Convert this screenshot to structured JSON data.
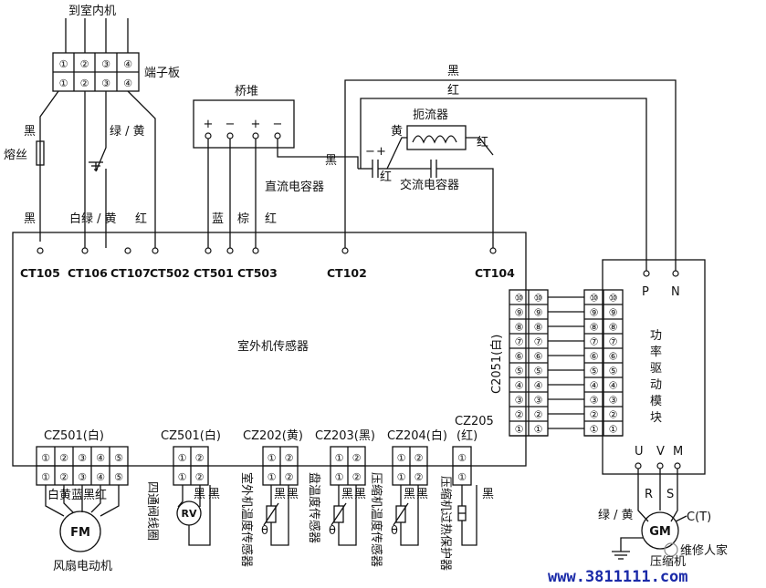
{
  "top_label": "到室内机",
  "terminal_block": {
    "label": "端子板",
    "pins": [
      "①",
      "②",
      "③",
      "④"
    ]
  },
  "left_wires": {
    "black": "黑",
    "fuse": "熔丝",
    "green_yellow": "绿 / 黄"
  },
  "bridge": {
    "label": "桥堆",
    "signs": [
      "+",
      "−",
      "+",
      "−"
    ]
  },
  "upper_wires": {
    "black": "黑",
    "red": "红"
  },
  "choke": {
    "label": "扼流器",
    "yellow": "黄",
    "red": "红"
  },
  "dc_cap": {
    "label": "直流电容器",
    "black": "黑",
    "red": "红",
    "minus": "−",
    "plus": "+"
  },
  "ac_cap": {
    "label": "交流电容器"
  },
  "board_wire_labels": {
    "black": "黑",
    "white_gy": "白绿 / 黄",
    "red1": "红",
    "blue": "蓝",
    "brown": "棕",
    "red2": "红"
  },
  "ct_labels": [
    "CT105",
    "CT106",
    "CT107",
    "CT502",
    "CT501",
    "CT503",
    "CT102",
    "CT104"
  ],
  "board_label": "室外机传感器",
  "connector_c2051": {
    "label": "C2051(白)",
    "pins": [
      "⑩",
      "⑨",
      "⑧",
      "⑦",
      "⑥",
      "⑤",
      "④",
      "③",
      "②",
      "①"
    ]
  },
  "power_module": {
    "label": "功率驱动模块",
    "p": "P",
    "n": "N",
    "u": "U",
    "v": "V",
    "m": "M"
  },
  "cz501a": {
    "label": "CZ501(白)",
    "pins": [
      "①",
      "②",
      "③",
      "④",
      "⑤"
    ],
    "wires": "白黄蓝黑红"
  },
  "cz501b": {
    "label": "CZ501(白)",
    "pins": [
      "①",
      "②"
    ],
    "wires": [
      "黑",
      "黑"
    ]
  },
  "cz202": {
    "label": "CZ202(黄)",
    "pins": [
      "①",
      "②"
    ],
    "wires": [
      "黑",
      "黑"
    ]
  },
  "cz203": {
    "label": "CZ203(黑)",
    "pins": [
      "①",
      "②"
    ],
    "wires": [
      "黑",
      "黑"
    ]
  },
  "cz204": {
    "label": "CZ204(白)",
    "pins": [
      "①",
      "②"
    ],
    "wires": [
      "黑",
      "黑"
    ]
  },
  "cz205": {
    "label": "CZ205",
    "label2": "(红)",
    "pins": [
      "①"
    ],
    "wire": "黑"
  },
  "fan_motor": {
    "symbol": "FM",
    "label": "风扇电动机"
  },
  "rv": {
    "symbol": "RV",
    "label": "四通阀线圈"
  },
  "sensors": [
    "室外机温度传感器",
    "盘温度传感器",
    "压缩机温度传感器",
    "压缩机过热保护器"
  ],
  "theta": "θ",
  "gm": {
    "symbol": "GM",
    "r": "R",
    "s": "S",
    "ct": "C(T)",
    "gy": "绿 / 黄",
    "label": "压缩机"
  },
  "watermark": {
    "name": "维修人家",
    "url": "www.3811111.com"
  }
}
